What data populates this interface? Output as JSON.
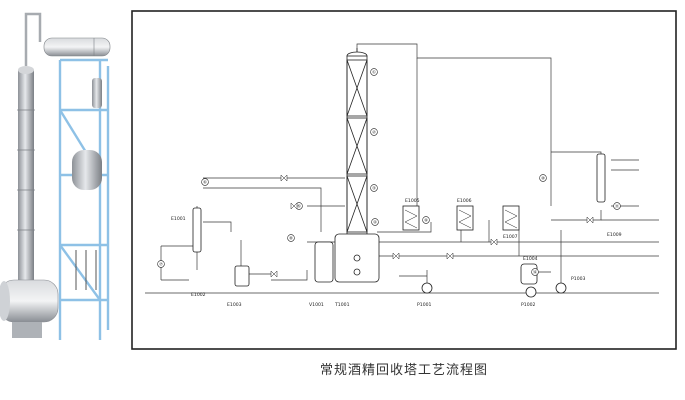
{
  "caption": "常规酒精回收塔工艺流程图",
  "tags": [
    {
      "id": "tag-e1001",
      "text": "E1001"
    },
    {
      "id": "tag-e1002",
      "text": "E1002"
    },
    {
      "id": "tag-e1003",
      "text": "E1003"
    },
    {
      "id": "tag-t1001",
      "text": "T1001"
    },
    {
      "id": "tag-v1001",
      "text": "V1001"
    },
    {
      "id": "tag-e1005",
      "text": "E1005"
    },
    {
      "id": "tag-e1006",
      "text": "E1006"
    },
    {
      "id": "tag-e1007",
      "text": "E1007"
    },
    {
      "id": "tag-p1001",
      "text": "P1001"
    },
    {
      "id": "tag-p1002",
      "text": "P1002"
    },
    {
      "id": "tag-e1004",
      "text": "E1004"
    },
    {
      "id": "tag-e1009",
      "text": "E1009"
    },
    {
      "id": "tag-p1003",
      "text": "P1003"
    }
  ],
  "instruments": [
    "①",
    "②",
    "③",
    "④",
    "⑤",
    "⑥",
    "⑦",
    "⑧",
    "⑨",
    "⑩",
    "⑪",
    "⑫"
  ],
  "colors": {
    "line": "#3a3a3a",
    "frame": "#222222",
    "steel": "#b8bcc2",
    "frame_blue": "#8ec1e6"
  }
}
